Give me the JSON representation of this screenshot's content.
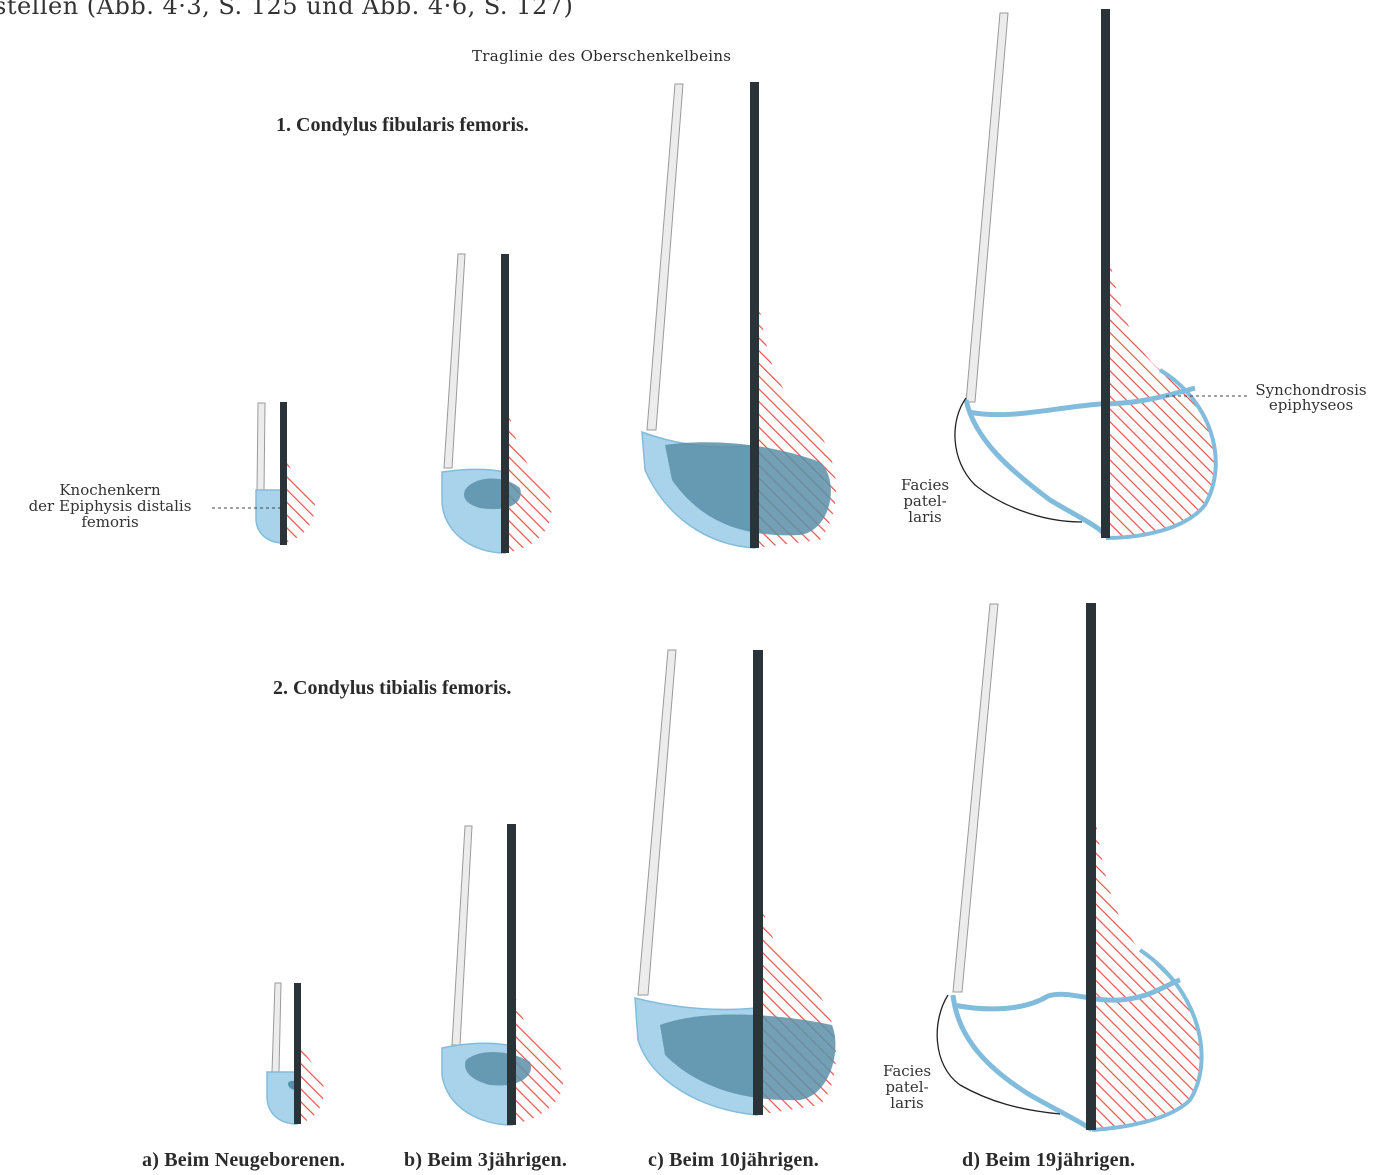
{
  "top_fragment": "stellen (Abb. 4·3, S. 125 und Abb. 4·6, S. 127)",
  "title": "Traglinie des Oberschenkelbeins",
  "sections": [
    {
      "label": "1. Condylus fibularis femoris."
    },
    {
      "label": "2. Condylus tibialis femoris."
    }
  ],
  "annotations": {
    "knochenkern": [
      "Knochenkern",
      "der Epiphysis distalis",
      "femoris"
    ],
    "synchondrosis": [
      "Synchondrosis",
      "epiphyseos"
    ],
    "facies_1": [
      "Facies",
      "patel-",
      "laris"
    ],
    "facies_2": [
      "Facies",
      "patel-",
      "laris"
    ]
  },
  "stages": [
    {
      "label": "a) Beim Neugeborenen."
    },
    {
      "label": "b) Beim 3jährigen."
    },
    {
      "label": "c) Beim 10jährigen."
    },
    {
      "label": "d) Beim 19jährigen."
    }
  ],
  "colors": {
    "cartilage": "#a9d3ea",
    "cartilage_edge": "#82bcdc",
    "ossification_core": "#5a8fa8",
    "bone_shaft": "#dcdcdc",
    "load_line": "#2a3438",
    "hatching": "#e8524a"
  }
}
